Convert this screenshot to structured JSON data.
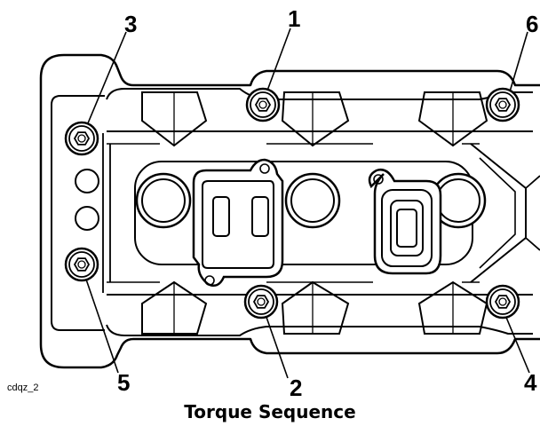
{
  "figure_id": "cdqz_2",
  "caption": "Torque Sequence",
  "callouts": {
    "c1": "1",
    "c2": "2",
    "c3": "3",
    "c4": "4",
    "c5": "5",
    "c6": "6"
  },
  "colors": {
    "line": "#000000",
    "background": "#ffffff"
  }
}
